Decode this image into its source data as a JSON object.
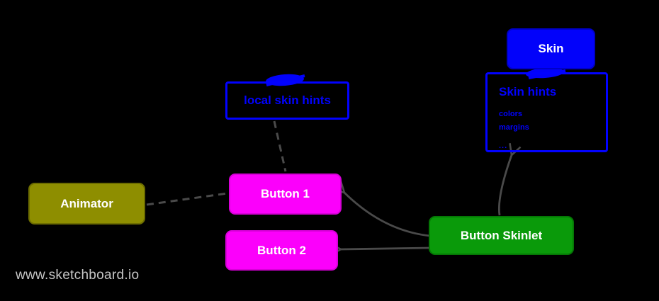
{
  "app": {
    "watermark": "www.sketchboard.io"
  },
  "colors": {
    "background": "#000000",
    "blue": "#0202fa",
    "magenta": "#fb00fb",
    "olive": "#8e8e00",
    "green": "#0a9a0a",
    "line_gray": "#4a4a4a",
    "watermark_gray": "#c6c6c6",
    "label_white": "#ffffff"
  },
  "nodes": {
    "skin": {
      "label": "Skin"
    },
    "skin_hints": {
      "title": "Skin hints",
      "items": [
        "colors",
        "margins",
        "..."
      ]
    },
    "local_skin_hints": {
      "label": "local skin hints"
    },
    "animator": {
      "label": "Animator"
    },
    "button_1": {
      "label": "Button 1"
    },
    "button_2": {
      "label": "Button 2"
    },
    "button_skinlet": {
      "label": "Button Skinlet"
    }
  },
  "edges": [
    {
      "from": "skin",
      "to": "skin_hints",
      "style": "blue-scribble-connector"
    },
    {
      "from": "button_skinlet",
      "to": "skin_hints",
      "style": "solid-arrow"
    },
    {
      "from": "button_skinlet",
      "to": "button_1",
      "style": "solid-curved-arrow"
    },
    {
      "from": "button_skinlet",
      "to": "button_2",
      "style": "solid-arrow"
    },
    {
      "from": "animator",
      "to": "button_1",
      "style": "dashed-line"
    },
    {
      "from": "local_skin_hints",
      "to": "button_1",
      "style": "dashed-line"
    }
  ]
}
